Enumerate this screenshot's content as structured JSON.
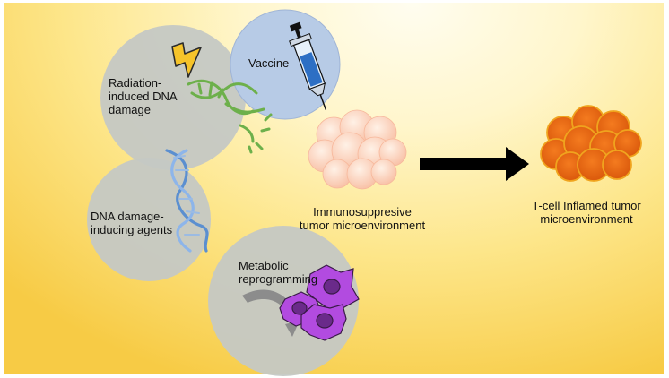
{
  "bubbles": {
    "radiation": "Radiation-\ninduced DNA\ndamage",
    "vaccine": "Vaccine",
    "dna_agents": "DNA damage-\ninducing agents",
    "metabolic": "Metabolic\nreprogramming"
  },
  "left_state": "Immunosuppresive\ntumor microenvironment",
  "right_state": "T-cell Inflamed tumor\nmicroenvironment",
  "colors": {
    "bubble_fill": "#c5c8c4",
    "vaccine_fill": "#b7cbe6",
    "dna_green": "#6db04b",
    "dna_blue": "#5b8fd0",
    "cell_purple": "#b24be0",
    "tumor_pale": "#fbd3bf",
    "tumor_orange": "#ee6a0e",
    "arrow": "#000000"
  }
}
